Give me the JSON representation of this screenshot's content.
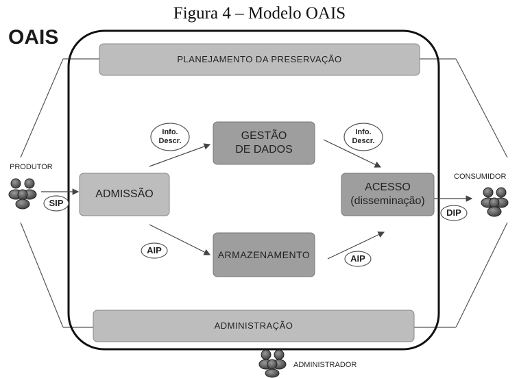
{
  "title": "Figura 4 – Modelo OAIS",
  "system_label": "OAIS",
  "functions": {
    "planning": "PLANEJAMENTO DA PRESERVAÇÃO",
    "data_management_line1": "GESTÃO",
    "data_management_line2": "DE DADOS",
    "ingest": "ADMISSÃO",
    "access_line1": "ACESSO",
    "access_line2": "(disseminação)",
    "storage": "ARMAZENAMENTO",
    "administration": "ADMINISTRAÇÃO"
  },
  "packages": {
    "sip": "SIP",
    "aip_left": "AIP",
    "aip_right": "AIP",
    "dip": "DIP",
    "info_left_line1": "Info.",
    "info_left_line2": "Descr.",
    "info_right_line1": "Info.",
    "info_right_line2": "Descr."
  },
  "actors": {
    "producer": "PRODUTOR",
    "consumer": "CONSUMIDOR",
    "administrator": "ADMINISTRADOR"
  },
  "colors": {
    "box_fill": "#bdbdbd",
    "box_fill_dark": "#9e9e9e",
    "frame": "#111111",
    "line": "#555555"
  }
}
